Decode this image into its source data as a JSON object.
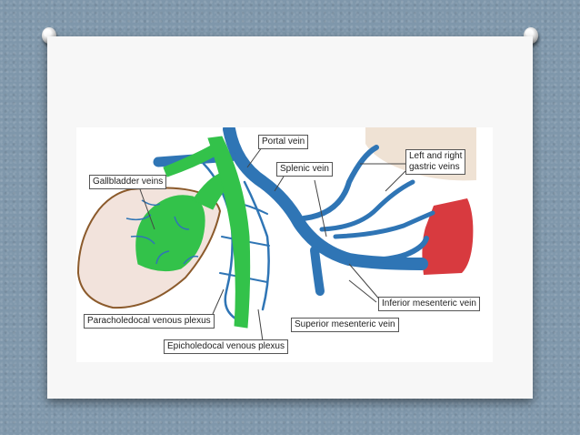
{
  "diagram": {
    "labels": {
      "portal_vein": "Portal vein",
      "splenic_vein": "Splenic vein",
      "gastric_veins": "Left and right\ngastric veins",
      "gallbladder_veins": "Gallbladder veins",
      "paracholedocal": "Paracholedocal venous plexus",
      "epicholedocal": "Epicholedocal venous plexus",
      "inferior_mesenteric": "Inferior mesenteric vein",
      "superior_mesenteric": "Superior mesenteric vein"
    },
    "colors": {
      "portal_system": "#2f75b5",
      "gallbladder": "#33c24a",
      "liver": "#f2e3dc",
      "liver_edge": "#8b5a2b",
      "stomach": "#efe2d4",
      "spleen": "#d83a3f",
      "slide_background": "#7f97ab"
    }
  }
}
